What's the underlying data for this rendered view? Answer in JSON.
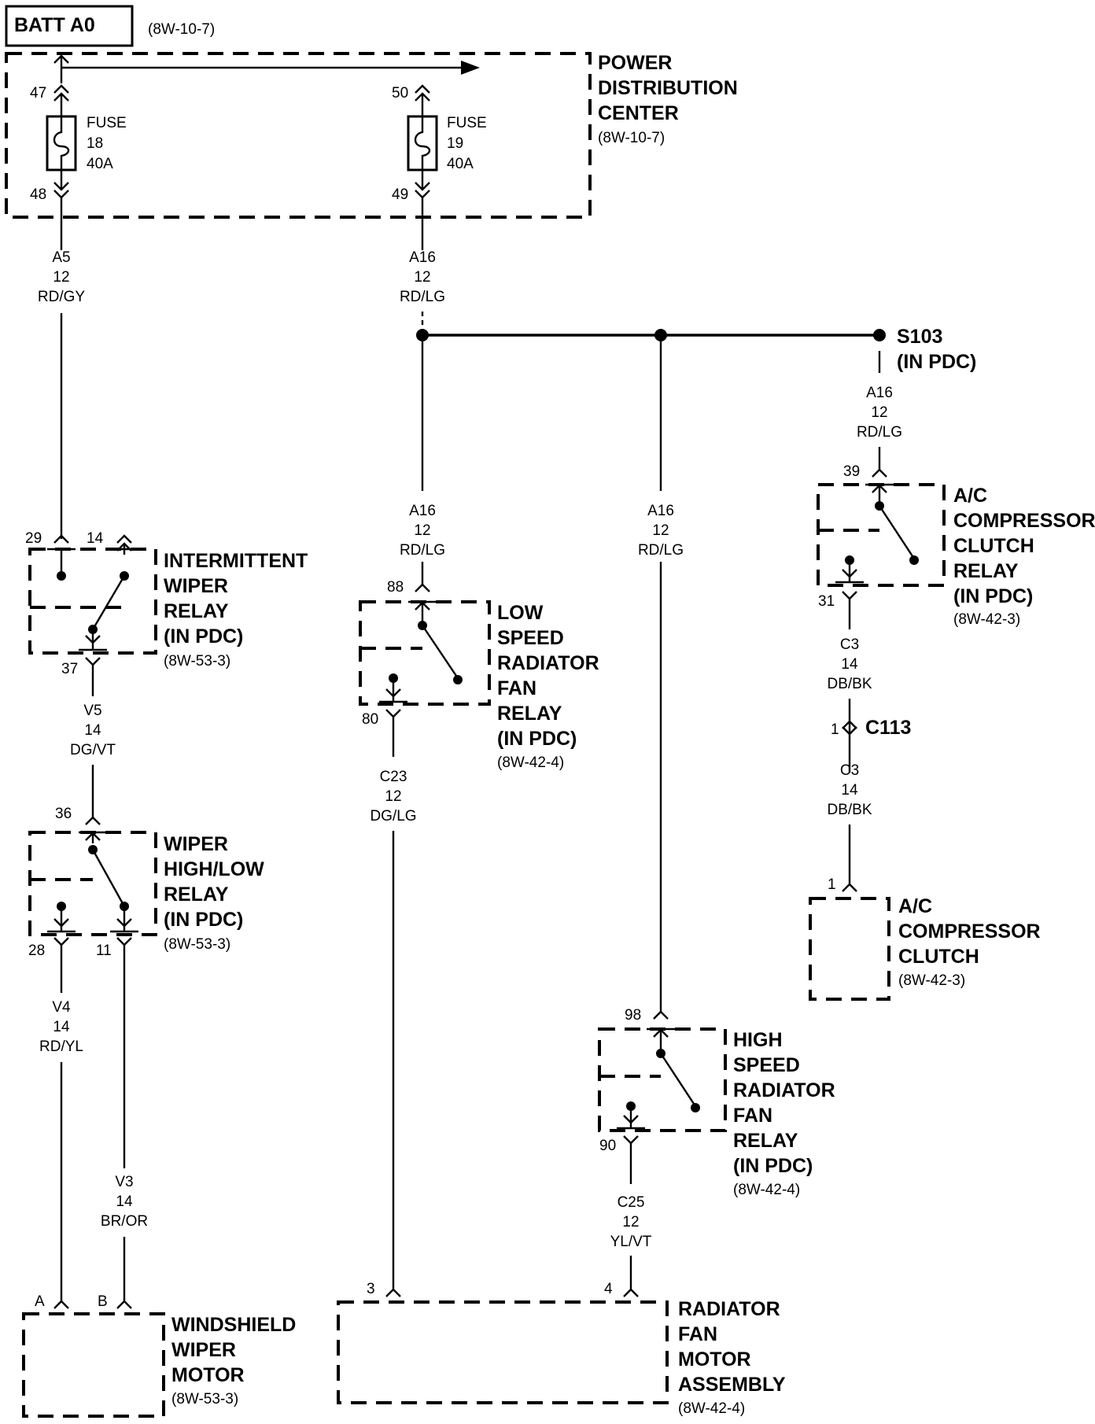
{
  "header": {
    "label": "BATT A0",
    "ref": "(8W-10-7)"
  },
  "pdc": {
    "title": [
      "POWER",
      "DISTRIBUTION",
      "CENTER"
    ],
    "ref": "(8W-10-7)",
    "fuse18": {
      "l1": "FUSE",
      "l2": "18",
      "l3": "40A",
      "pin_in": "47",
      "pin_out": "48"
    },
    "fuse19": {
      "l1": "FUSE",
      "l2": "19",
      "l3": "40A",
      "pin_in": "50",
      "pin_out": "49"
    }
  },
  "wires": {
    "a5": {
      "circuit": "A5",
      "gauge": "12",
      "color": "RD/GY"
    },
    "a16_top": {
      "circuit": "A16",
      "gauge": "12",
      "color": "RD/LG"
    },
    "a16_s103": {
      "circuit": "A16",
      "gauge": "12",
      "color": "RD/LG"
    },
    "a16_low": {
      "circuit": "A16",
      "gauge": "12",
      "color": "RD/LG"
    },
    "a16_high": {
      "circuit": "A16",
      "gauge": "12",
      "color": "RD/LG"
    },
    "v5": {
      "circuit": "V5",
      "gauge": "14",
      "color": "DG/VT"
    },
    "v4": {
      "circuit": "V4",
      "gauge": "14",
      "color": "RD/YL"
    },
    "v3": {
      "circuit": "V3",
      "gauge": "14",
      "color": "BR/OR"
    },
    "c23": {
      "circuit": "C23",
      "gauge": "12",
      "color": "DG/LG"
    },
    "c25": {
      "circuit": "C25",
      "gauge": "12",
      "color": "YL/VT"
    },
    "c3_top": {
      "circuit": "C3",
      "gauge": "14",
      "color": "DB/BK"
    },
    "c3_bot": {
      "circuit": "C3",
      "gauge": "14",
      "color": "DB/BK"
    }
  },
  "splice": {
    "name": "S103",
    "loc": "(IN PDC)"
  },
  "connector": {
    "name": "C113",
    "pin": "1"
  },
  "intermittent_relay": {
    "title": [
      "INTERMITTENT",
      "WIPER",
      "RELAY",
      "(IN PDC)"
    ],
    "ref": "(8W-53-3)",
    "pin_a": "29",
    "pin_b": "14",
    "pin_out": "37"
  },
  "highlow_relay": {
    "title": [
      "WIPER",
      "HIGH/LOW",
      "RELAY",
      "(IN PDC)"
    ],
    "ref": "(8W-53-3)",
    "pin_in": "36",
    "pin_a": "28",
    "pin_b": "11"
  },
  "wiper_motor": {
    "title": [
      "WINDSHIELD",
      "WIPER",
      "MOTOR"
    ],
    "ref": "(8W-53-3)",
    "pin_a": "A",
    "pin_b": "B"
  },
  "low_relay": {
    "title": [
      "LOW",
      "SPEED",
      "RADIATOR",
      "FAN",
      "RELAY",
      "(IN PDC)"
    ],
    "ref": "(8W-42-4)",
    "pin_in": "88",
    "pin_out": "80"
  },
  "high_relay": {
    "title": [
      "HIGH",
      "SPEED",
      "RADIATOR",
      "FAN",
      "RELAY",
      "(IN PDC)"
    ],
    "ref": "(8W-42-4)",
    "pin_in": "98",
    "pin_out": "90"
  },
  "ac_relay": {
    "title": [
      "A/C",
      "COMPRESSOR",
      "CLUTCH",
      "RELAY",
      "(IN PDC)"
    ],
    "ref": "(8W-42-3)",
    "pin_in": "39",
    "pin_out": "31"
  },
  "ac_clutch": {
    "title": [
      "A/C",
      "COMPRESSOR",
      "CLUTCH"
    ],
    "ref": "(8W-42-3)",
    "pin": "1"
  },
  "fan_motor": {
    "title": [
      "RADIATOR",
      "FAN",
      "MOTOR",
      "ASSEMBLY"
    ],
    "ref": "(8W-42-4)",
    "pin_a": "3",
    "pin_b": "4"
  }
}
